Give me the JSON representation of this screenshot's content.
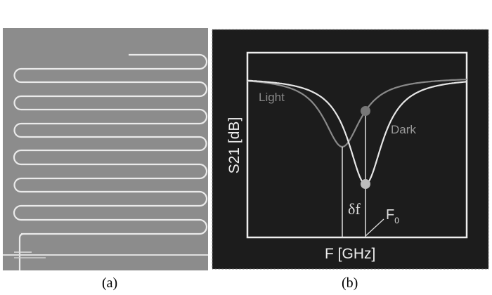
{
  "panel_a": {
    "caption": "(a)"
  },
  "panel_b": {
    "caption": "(b)",
    "y_axis_label": "S21 [dB]",
    "x_axis_label": "F [GHz]",
    "curve_light_label": "Light",
    "curve_dark_label": "Dark",
    "shift_label": "δf",
    "f0_label": "F",
    "f0_subscript": "0"
  },
  "colors": {
    "panel_a_bg": "#8c8c8c",
    "panel_b_bg": "#1c1c1c",
    "light_curve": "#8a8a8a",
    "dark_curve": "#e6e6e6"
  }
}
